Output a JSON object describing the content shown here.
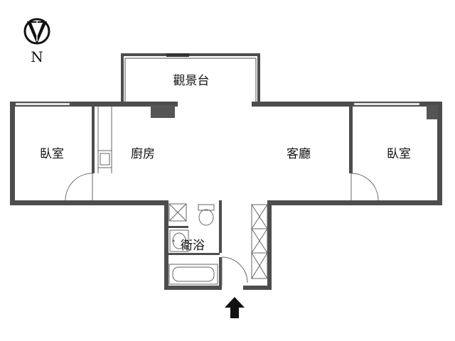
{
  "compass": {
    "north_letter": "N",
    "icon": "north-arrow-icon"
  },
  "rooms": {
    "balcony": "觀景台",
    "bedroom_left": "臥室",
    "kitchen": "廚房",
    "living_room": "客廳",
    "bedroom_right": "臥室",
    "bathroom": "衛浴"
  },
  "entrance": {
    "icon": "entrance-arrow-icon"
  },
  "colors": {
    "wall": "#4d4d4d",
    "fixture": "#666666",
    "background": "#ffffff"
  }
}
